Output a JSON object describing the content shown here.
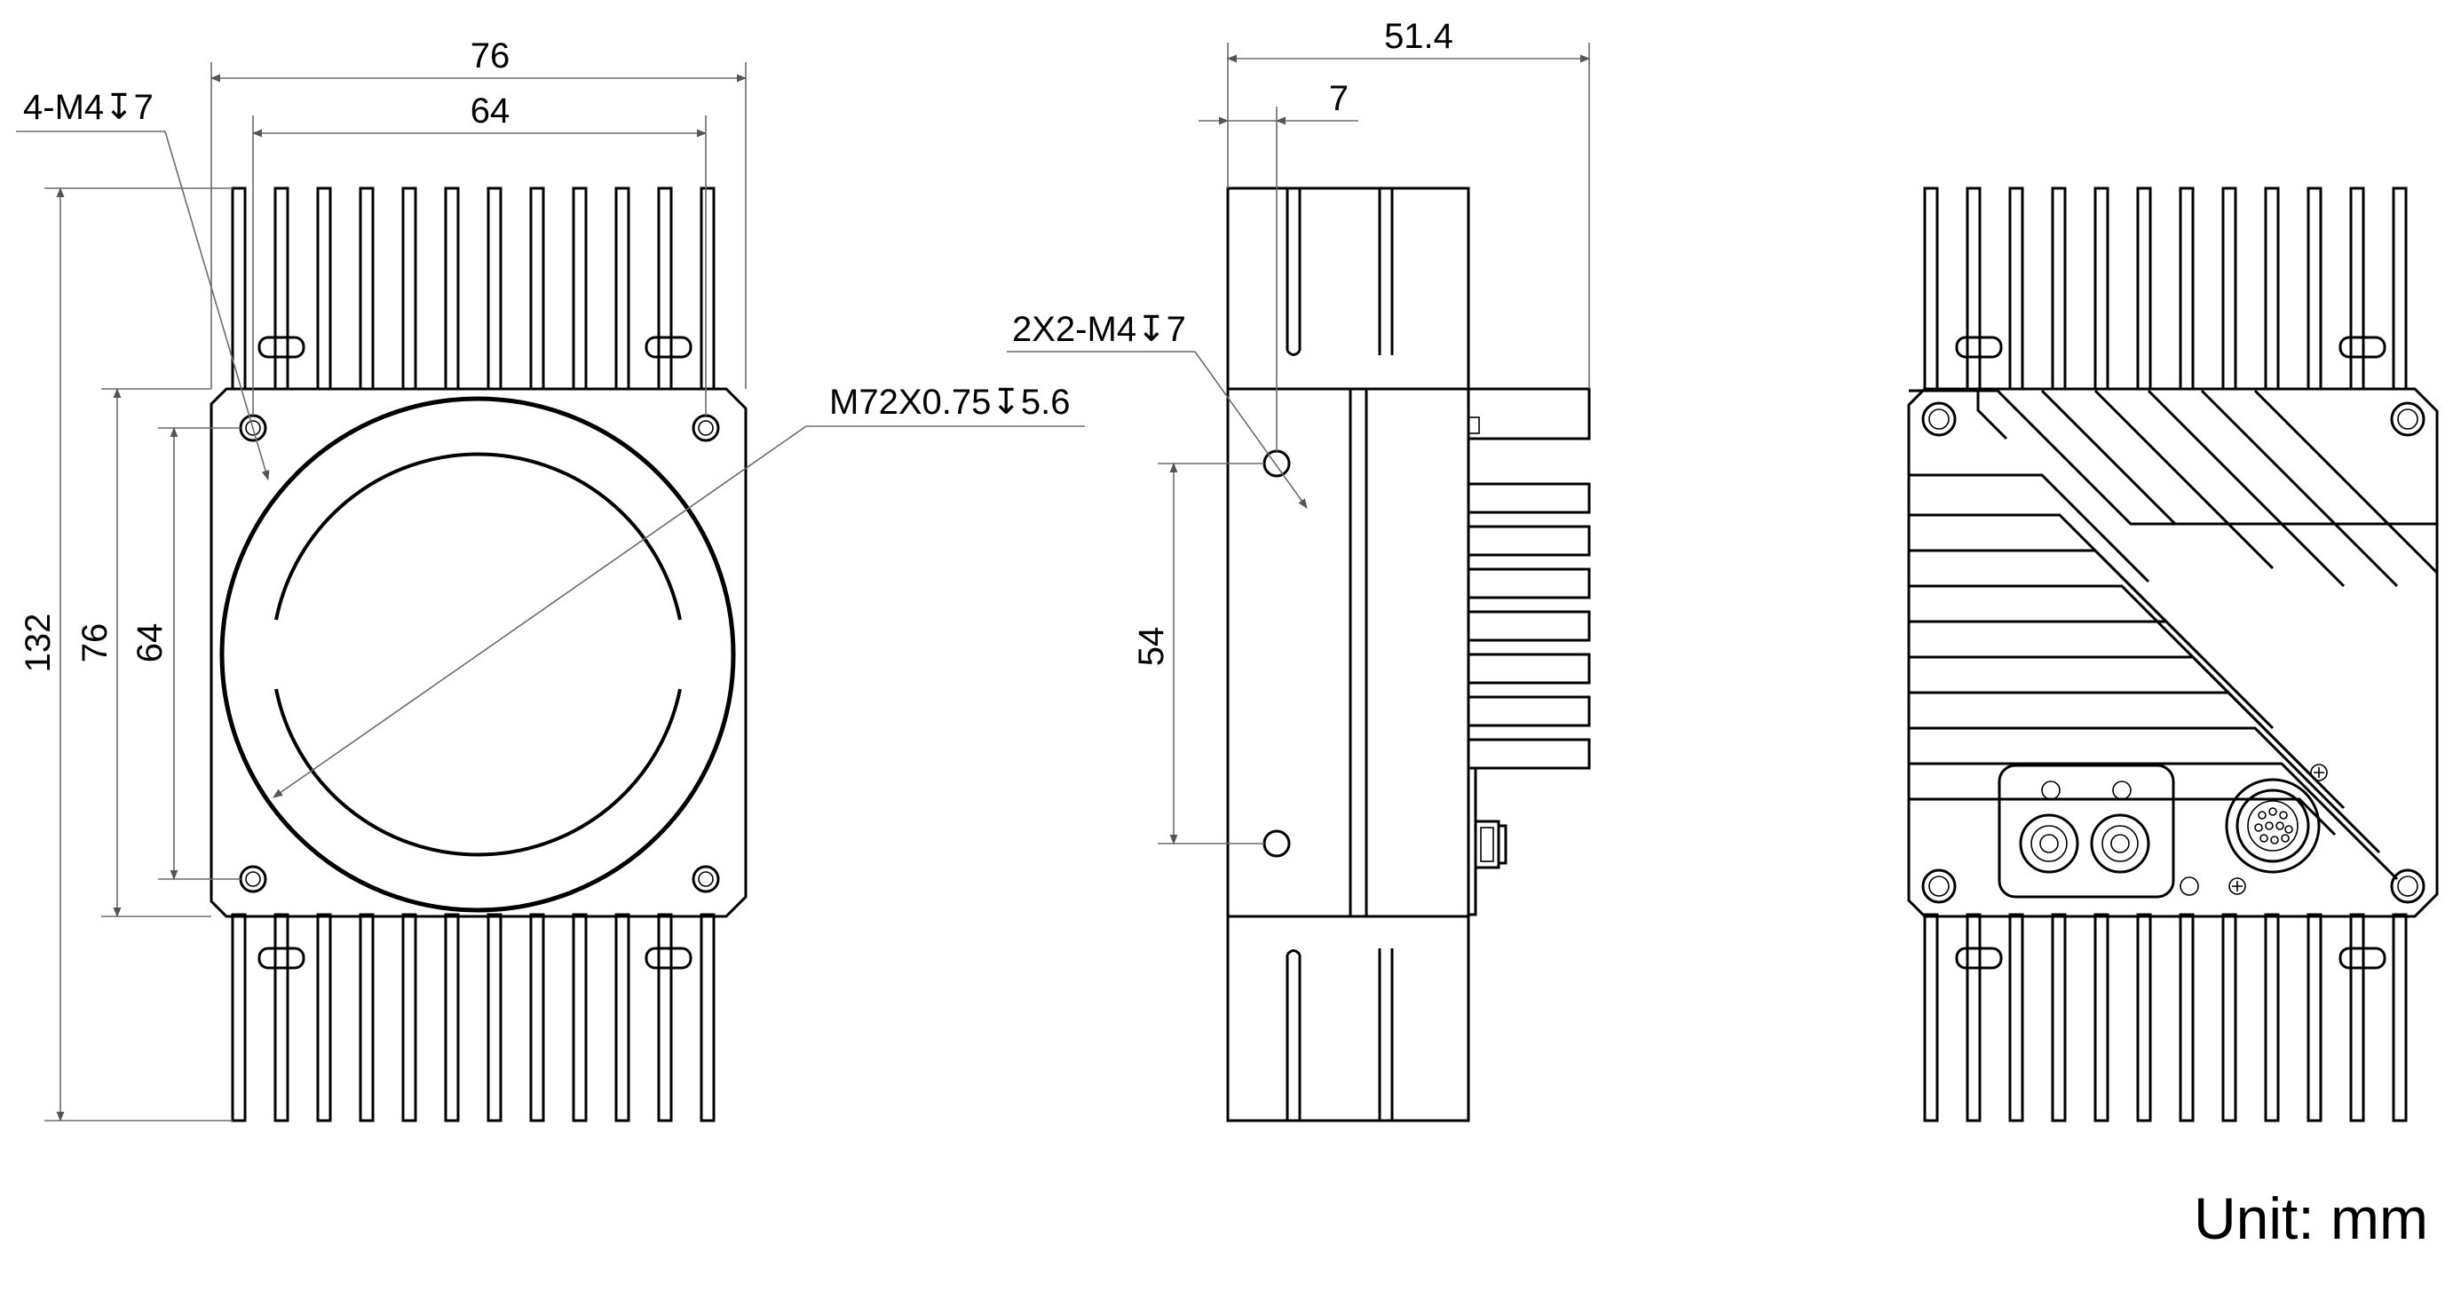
{
  "front_view": {
    "width_outer": "76",
    "width_holes": "64",
    "height_overall": "132",
    "height_flange": "76",
    "height_holes": "64",
    "hole_callout": "4-M4↧7",
    "mount_callout": "M72X0.75↧5.6"
  },
  "side_view": {
    "depth_overall": "51.4",
    "hole_offset": "7",
    "hole_callout": "2X2-M4↧7",
    "hole_spacing": "54"
  },
  "unit_label": "Unit: mm"
}
